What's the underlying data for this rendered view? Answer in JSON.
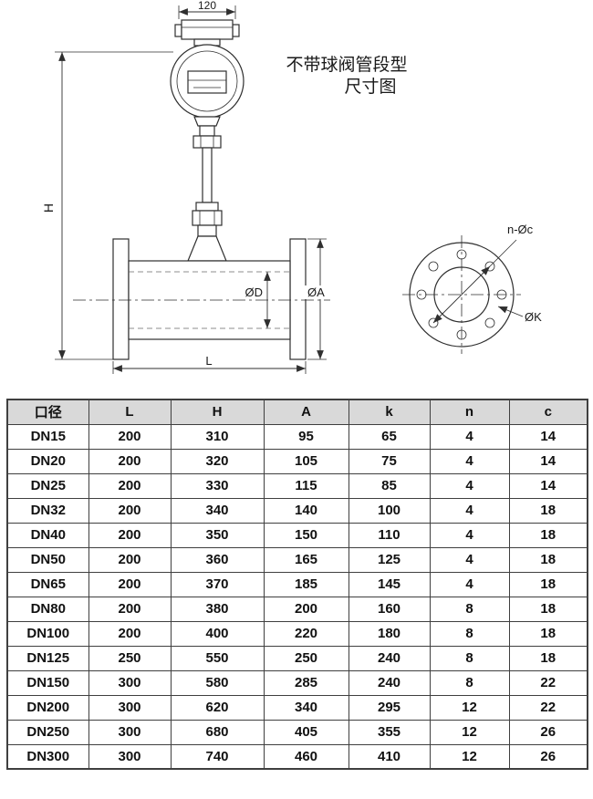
{
  "drawing": {
    "title_line1": "不带球阀管段型",
    "title_line2": "尺寸图",
    "dims": {
      "top_width": "120",
      "height": "H",
      "length": "L",
      "bore": "ØD",
      "flange_od": "ØA",
      "bolt_holes": "n-Øc",
      "bolt_circle": "ØK"
    }
  },
  "table": {
    "headers": [
      "口径",
      "L",
      "H",
      "A",
      "k",
      "n",
      "c"
    ],
    "rows": [
      [
        "DN15",
        "200",
        "310",
        "95",
        "65",
        "4",
        "14"
      ],
      [
        "DN20",
        "200",
        "320",
        "105",
        "75",
        "4",
        "14"
      ],
      [
        "DN25",
        "200",
        "330",
        "115",
        "85",
        "4",
        "14"
      ],
      [
        "DN32",
        "200",
        "340",
        "140",
        "100",
        "4",
        "18"
      ],
      [
        "DN40",
        "200",
        "350",
        "150",
        "110",
        "4",
        "18"
      ],
      [
        "DN50",
        "200",
        "360",
        "165",
        "125",
        "4",
        "18"
      ],
      [
        "DN65",
        "200",
        "370",
        "185",
        "145",
        "4",
        "18"
      ],
      [
        "DN80",
        "200",
        "380",
        "200",
        "160",
        "8",
        "18"
      ],
      [
        "DN100",
        "200",
        "400",
        "220",
        "180",
        "8",
        "18"
      ],
      [
        "DN125",
        "250",
        "550",
        "250",
        "240",
        "8",
        "18"
      ],
      [
        "DN150",
        "300",
        "580",
        "285",
        "240",
        "8",
        "22"
      ],
      [
        "DN200",
        "300",
        "620",
        "340",
        "295",
        "12",
        "22"
      ],
      [
        "DN250",
        "300",
        "680",
        "405",
        "355",
        "12",
        "26"
      ],
      [
        "DN300",
        "300",
        "740",
        "460",
        "410",
        "12",
        "26"
      ]
    ]
  }
}
